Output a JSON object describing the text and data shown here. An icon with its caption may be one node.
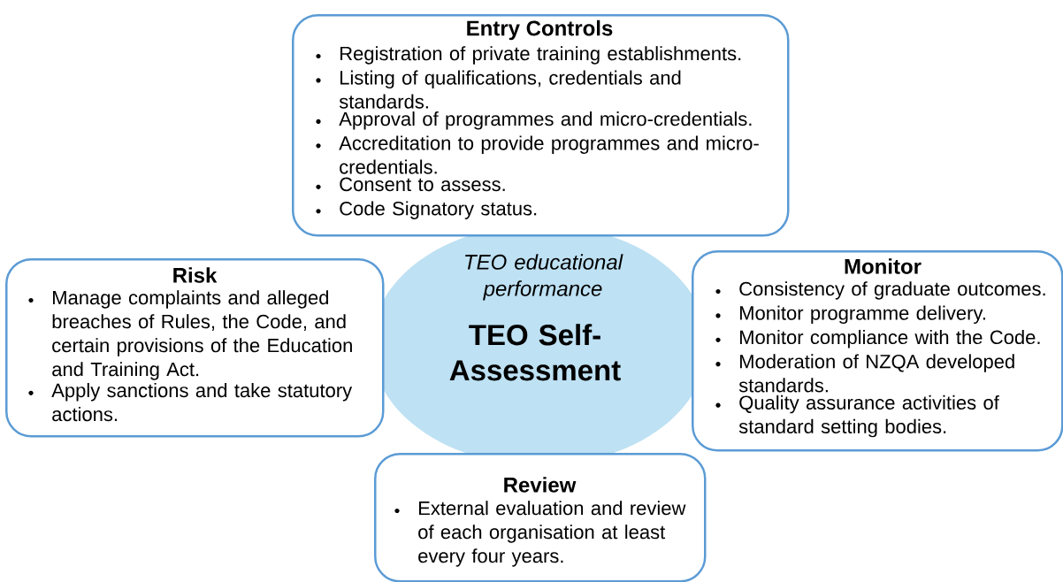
{
  "diagram": {
    "nodes": [
      {
        "text": [
          "Entry Controls",
          "Registration of private training establishments.",
          "Listing of qualifications, credentials and standards.",
          "Approval of programmes and micro-credentials.",
          "Accreditation to provide programmes and micro-credentials.",
          "Consent to assess.",
          "Code Signatory status."
        ]
      },
      {
        "text": [
          "Risk",
          "Manage complaints and alleged breaches of Rules, the Code, and certain provisions of the Education and Training Act.",
          "Apply sanctions and take statutory actions."
        ]
      },
      {
        "text": [
          "TEO educational performance",
          "TEO Self-Assessment"
        ]
      },
      {
        "text": [
          "Monitor",
          "Consistency of graduate outcomes.",
          "Monitor programme delivery.",
          "Monitor compliance with the Code.",
          "Moderation of NZQA developed standards.",
          "Quality assurance activities of standard setting bodies."
        ]
      },
      {
        "text": [
          "Review",
          "External evaluation and review of each organisation at least every four years."
        ]
      }
    ]
  }
}
